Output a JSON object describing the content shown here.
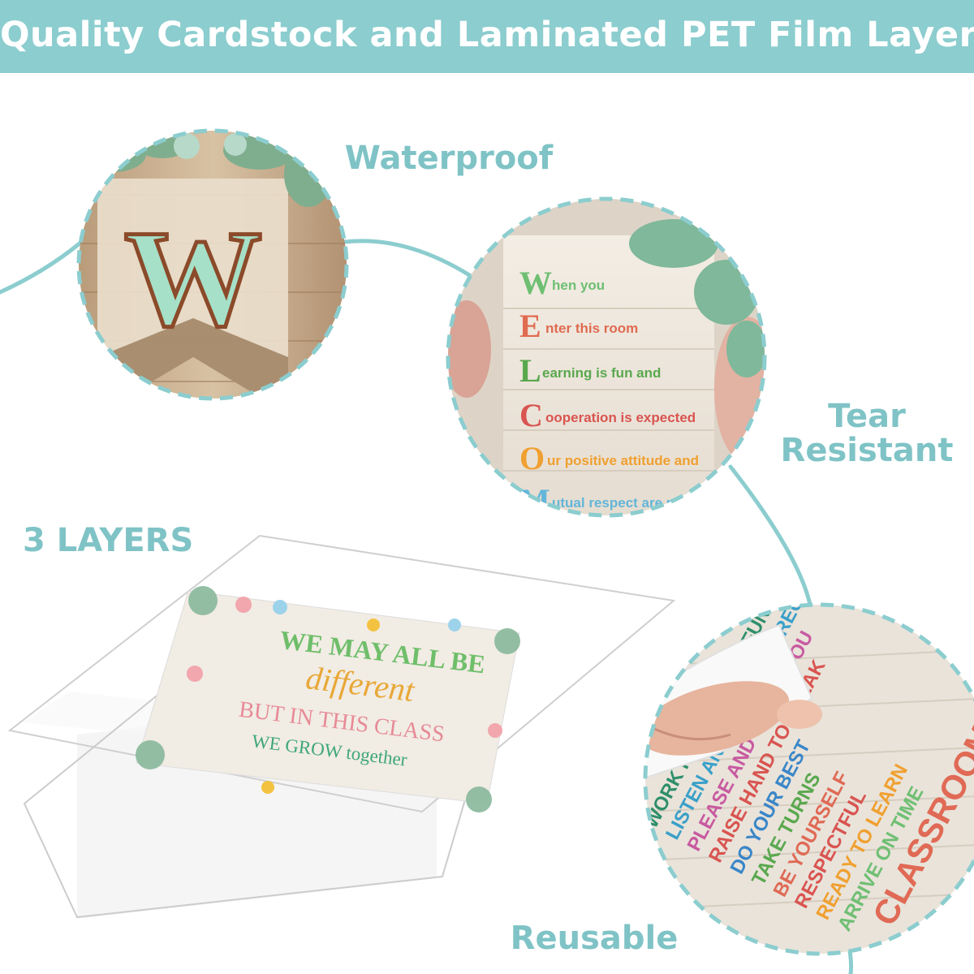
{
  "header": {
    "title": "Quality Cardstock and Laminated PET Film Layer"
  },
  "features": {
    "waterproof": "Waterproof",
    "tear_line1": "Tear",
    "tear_line2": "Resistant",
    "layers": "3 LAYERS",
    "reusable": "Reusable"
  },
  "banner_letter": "W",
  "acrostic": {
    "letters": [
      "W",
      "E",
      "L",
      "C",
      "O",
      "M"
    ],
    "lines": [
      "hen you",
      "nter this room",
      "earning is fun and",
      "ooperation is expected",
      "ur positive attitude and",
      "utual respect are pe"
    ]
  },
  "poster": {
    "line1": "WE MAY ALL BE",
    "line2": "different",
    "line3": "BUT IN THIS CLASS",
    "line4": "WE GROW together"
  },
  "rules": {
    "title": "CLASSROOM RULES",
    "items": [
      "ARRIVE ON TIME",
      "READY TO LEARN",
      "RESPECTFUL",
      "BE YOURSELF",
      "TAKE TURNS",
      "DO YOUR BEST",
      "RAISE HAND TO SPEAK",
      "PLEASE AND THANK YOU",
      "LISTEN AND FOLLOW DIRECTIONS",
      "WORK HARD & HAVE FUN"
    ]
  },
  "colors": {
    "accent": "#8ccdcf",
    "feature_text": "#7fc3c6",
    "mint": "#8fd6c1",
    "wood": "#c9ad8c"
  }
}
